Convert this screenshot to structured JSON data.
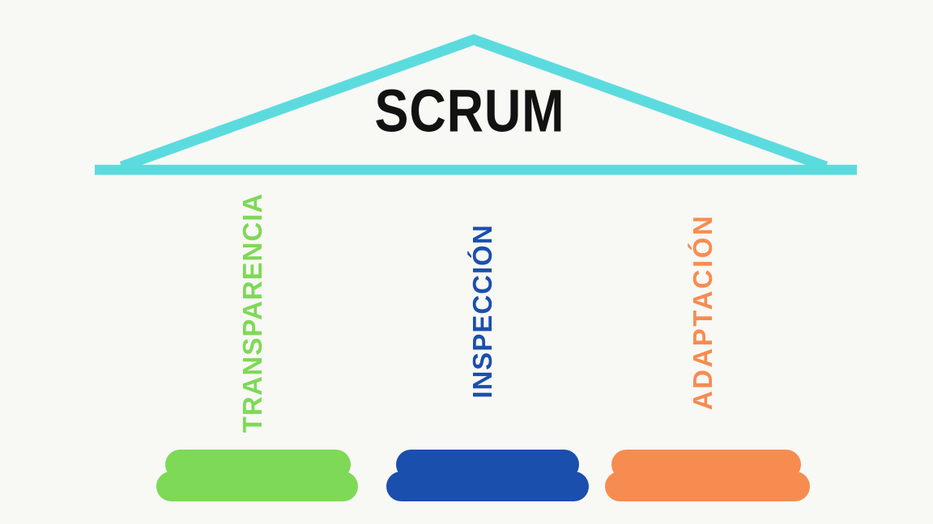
{
  "title": "SCRUM",
  "colors": {
    "roof": "#5CDBDE",
    "title_text": "#121212",
    "background": "#F8F8F5"
  },
  "pillars": [
    {
      "id": "transparencia",
      "label": "TRANSPARENCIA",
      "color": "#7ED957"
    },
    {
      "id": "inspeccion",
      "label": "INSPECCIÓN",
      "color": "#1B4FAD"
    },
    {
      "id": "adaptacion",
      "label": "ADAPTACIÓN",
      "color": "#F78C50"
    }
  ]
}
